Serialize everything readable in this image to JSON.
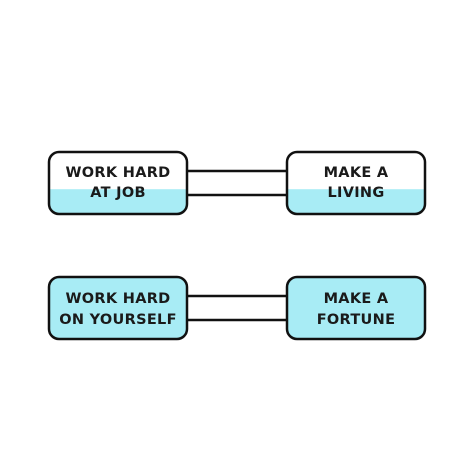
{
  "colors": {
    "fill": "#a8ecf5",
    "outline": "#111111",
    "background": "#ffffff"
  },
  "rows": [
    {
      "left_box": {
        "line1": "WORK HARD",
        "line2": "AT JOB",
        "fill_level": 0.4
      },
      "right_box": {
        "line1": "MAKE A",
        "line2": "LIVING",
        "fill_level": 0.4
      },
      "connector_fill_level": 0.0
    },
    {
      "left_box": {
        "line1": "WORK HARD",
        "line2": "ON YOURSELF",
        "fill_level": 1.0
      },
      "right_box": {
        "line1": "MAKE A",
        "line2": "FORTUNE",
        "fill_level": 1.0
      },
      "connector_fill_level": 0.0
    }
  ]
}
